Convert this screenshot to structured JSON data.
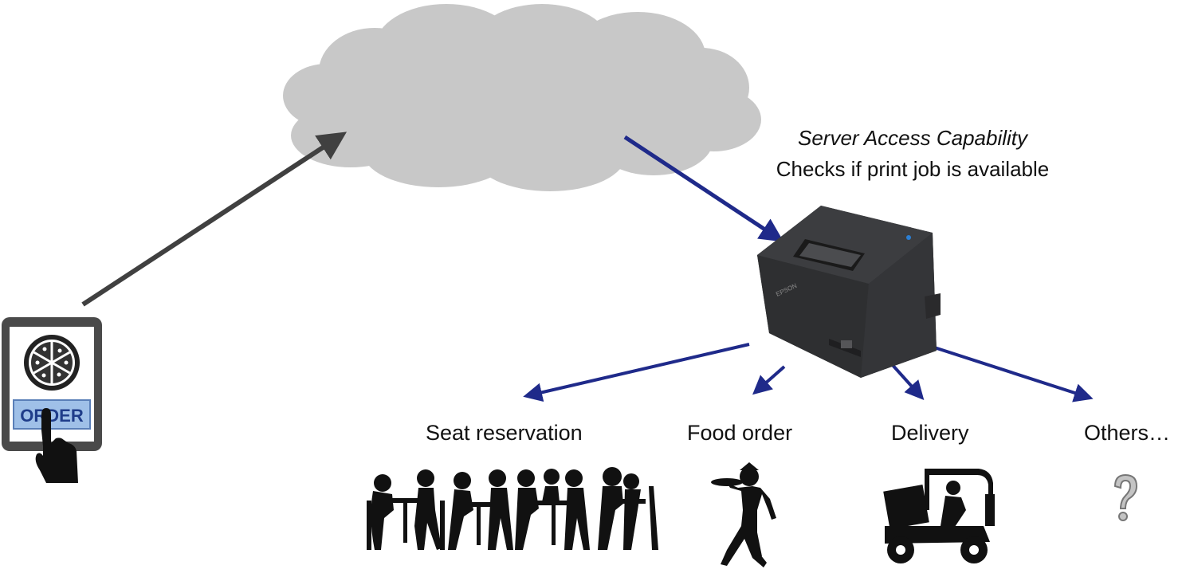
{
  "capability": {
    "title": "Server Access Capability",
    "description": "Checks if print job is available"
  },
  "tablet": {
    "button_label": "ORDER"
  },
  "printer": {
    "brand": "EPSON"
  },
  "uses": [
    {
      "label": "Seat reservation",
      "icon": "diners-silhouette-icon"
    },
    {
      "label": "Food order",
      "icon": "waiter-silhouette-icon"
    },
    {
      "label": "Delivery",
      "icon": "delivery-scooter-icon"
    },
    {
      "label": "Others…",
      "icon": "question-mark-icon"
    }
  ],
  "colors": {
    "cloud": "#c8c8c8",
    "upload_arrow": "#404040",
    "flow_arrows": "#1f2a8a",
    "printer_body": "#3a3b3d",
    "tablet_frame": "#4a4a4a",
    "order_button": "#9fc0e8",
    "order_text": "#1f3d8a"
  }
}
